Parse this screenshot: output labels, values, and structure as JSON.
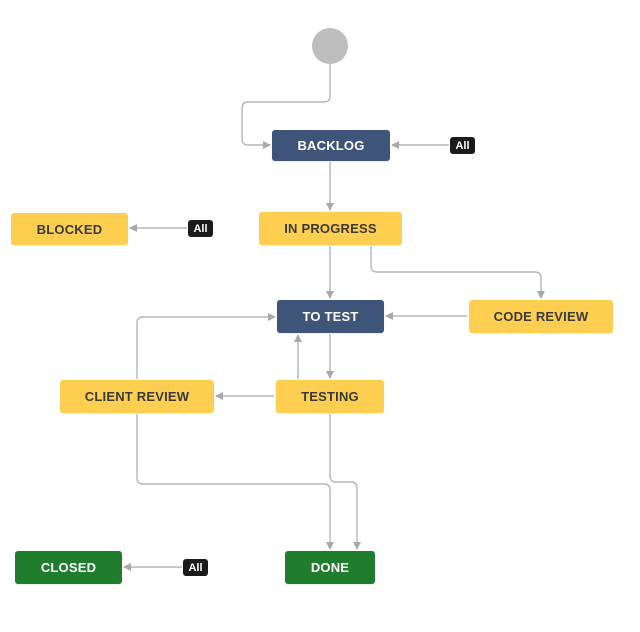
{
  "diagram": {
    "nodes": [
      {
        "id": "backlog",
        "label": "BACKLOG",
        "color": "#3e5478"
      },
      {
        "id": "blocked",
        "label": "BLOCKED",
        "color": "#fdce4f"
      },
      {
        "id": "in_progress",
        "label": "IN PROGRESS",
        "color": "#fdce4f"
      },
      {
        "id": "to_test",
        "label": "TO TEST",
        "color": "#3e5478"
      },
      {
        "id": "code_review",
        "label": "CODE REVIEW",
        "color": "#fdce4f"
      },
      {
        "id": "client_review",
        "label": "CLIENT REVIEW",
        "color": "#fdce4f"
      },
      {
        "id": "testing",
        "label": "TESTING",
        "color": "#fdce4f"
      },
      {
        "id": "closed",
        "label": "CLOSED",
        "color": "#1f7d2d"
      },
      {
        "id": "done",
        "label": "DONE",
        "color": "#1f7d2d"
      }
    ],
    "badges": [
      {
        "target": "backlog",
        "label": "All"
      },
      {
        "target": "blocked",
        "label": "All"
      },
      {
        "target": "closed",
        "label": "All"
      }
    ],
    "transitions": [
      {
        "from": "start",
        "to": "backlog"
      },
      {
        "from": "backlog",
        "to": "in_progress"
      },
      {
        "from": "in_progress",
        "to": "to_test"
      },
      {
        "from": "in_progress",
        "to": "code_review"
      },
      {
        "from": "code_review",
        "to": "to_test"
      },
      {
        "from": "to_test",
        "to": "testing"
      },
      {
        "from": "testing",
        "to": "to_test"
      },
      {
        "from": "testing",
        "to": "client_review"
      },
      {
        "from": "client_review",
        "to": "to_test"
      },
      {
        "from": "client_review",
        "to": "done"
      },
      {
        "from": "testing",
        "to": "done"
      }
    ],
    "colors": {
      "status_todo": "#3e5478",
      "status_in_progress": "#fdce4f",
      "status_done": "#1f7d2d",
      "connector": "#b5b5b5",
      "start": "#bdbdbd",
      "badge": "#1b1b1b"
    }
  }
}
